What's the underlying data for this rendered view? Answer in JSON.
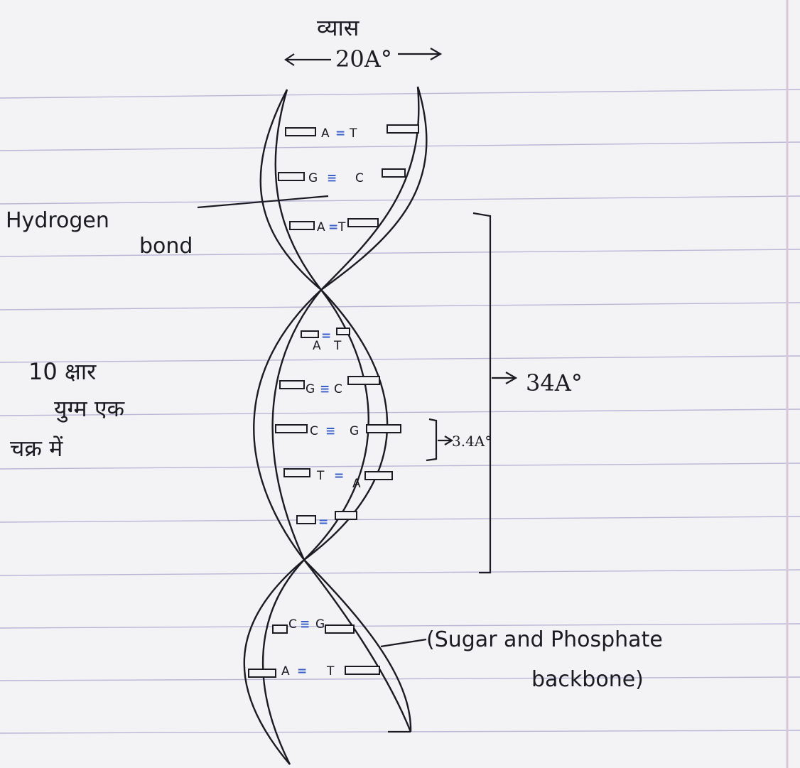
{
  "diameter": {
    "label": "व्यास",
    "value": "20A°"
  },
  "labels": {
    "hydrogen_bond": [
      "Hydrogen",
      "bond"
    ],
    "base_pairs_per_turn": [
      "10 क्षार",
      "युग्म एक",
      "चक्र में"
    ],
    "turn_length": "34A°",
    "pair_spacing": "3.4A°",
    "backbone": [
      "(Sugar and Phosphate",
      "backbone)"
    ]
  },
  "base_pairs": [
    {
      "left": "A",
      "bond": "=",
      "right": "T"
    },
    {
      "left": "G",
      "bond": "≡",
      "right": "C"
    },
    {
      "left": "A",
      "bond": "=",
      "right": "T"
    },
    {
      "left": "A",
      "bond": "=",
      "right": "T"
    },
    {
      "left": "G",
      "bond": "≡",
      "right": "C"
    },
    {
      "left": "C",
      "bond": "≡",
      "right": "G"
    },
    {
      "left": "T",
      "bond": "=",
      "right": "A"
    },
    {
      "left": "",
      "bond": "=",
      "right": ""
    },
    {
      "left": "C",
      "bond": "≡",
      "right": "G"
    },
    {
      "left": "A",
      "bond": "=",
      "right": "T"
    }
  ],
  "colors": {
    "ink": "#1b1b24",
    "bond_ink": "#3a5fc8",
    "paper": "#f3f3f5",
    "rule_line": "#b9b6d6",
    "margin_line": "#d9c6d8"
  }
}
